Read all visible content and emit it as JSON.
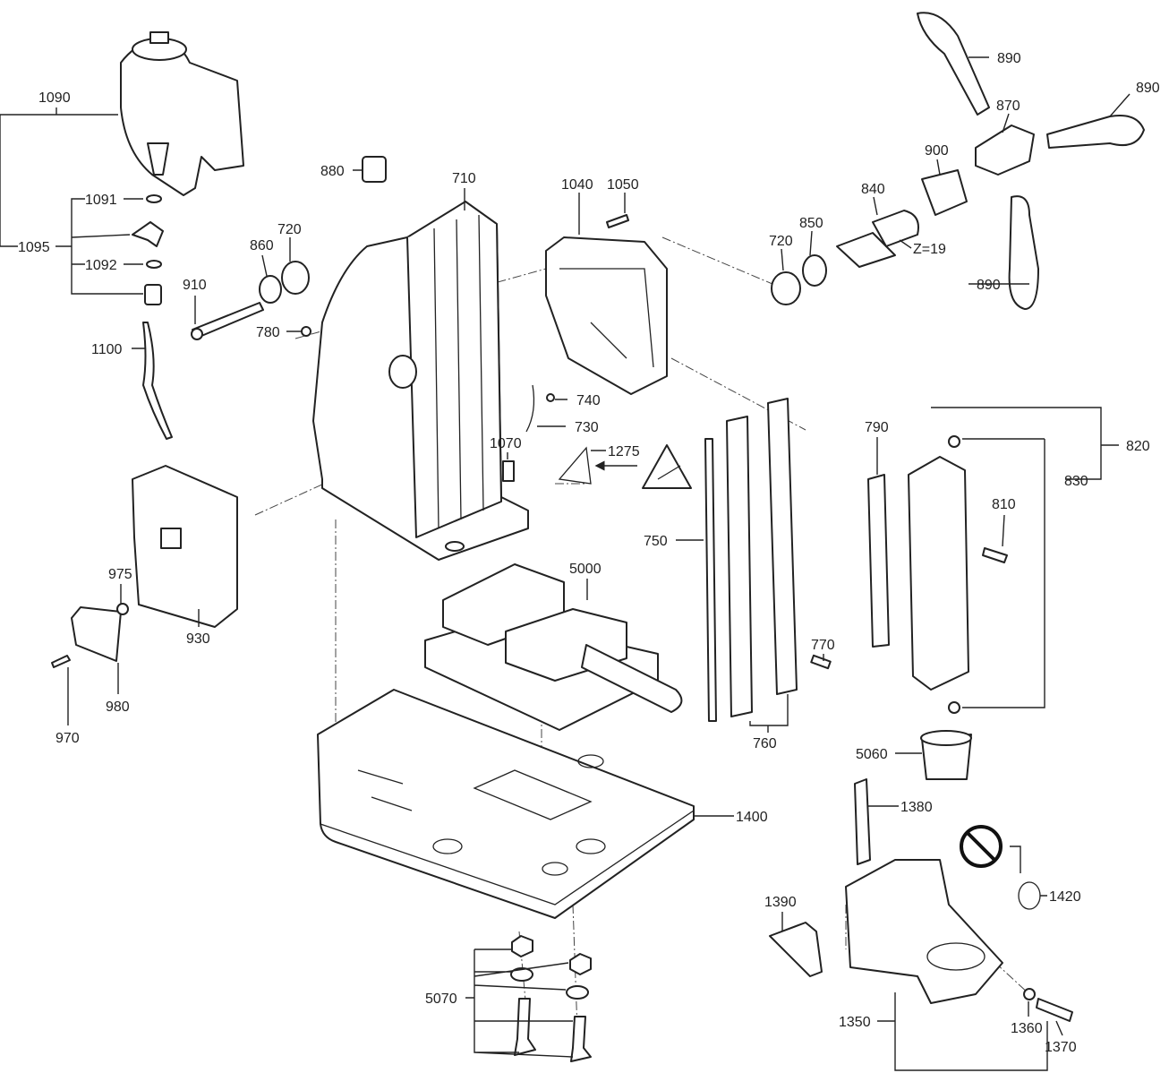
{
  "labels": [
    "1090",
    "1091",
    "1095",
    "1092",
    "1100",
    "880",
    "710",
    "1040",
    "1050",
    "720",
    "860",
    "910",
    "780",
    "740",
    "730",
    "1070",
    "1275",
    "890",
    "870",
    "890",
    "900",
    "840",
    "850",
    "720",
    "Z=19",
    "890",
    "790",
    "820",
    "830",
    "810",
    "750",
    "770",
    "760",
    "5000",
    "975",
    "930",
    "980",
    "970",
    "1400",
    "5060",
    "1380",
    "1420",
    "1390",
    "5070",
    "1350",
    "1360",
    "1370"
  ],
  "icons": {
    "warning_sign": "warning-triangle-icon",
    "prohibition_sign": "no-touch-prohibition-icon"
  },
  "colors": {
    "line": "#222222",
    "background": "#ffffff"
  }
}
